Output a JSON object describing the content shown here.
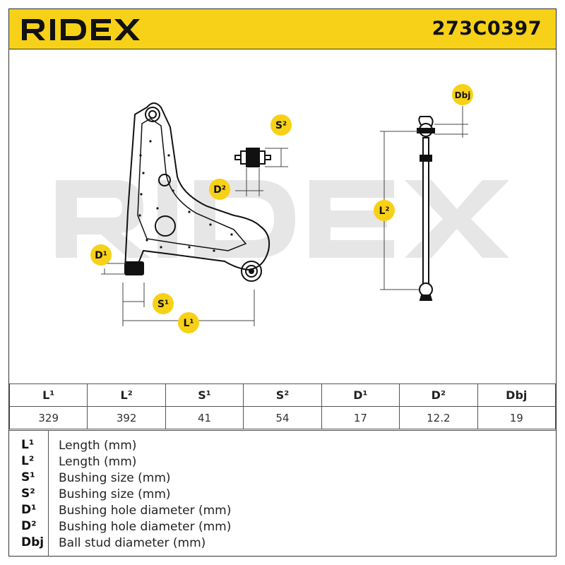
{
  "brand": "RIDEX",
  "part_number": "273C0397",
  "drawing_labels": {
    "d1": "D¹",
    "s1": "S¹",
    "l1": "L¹",
    "s2": "S²",
    "d2": "D²",
    "l2": "L²",
    "dbj": "Dbj"
  },
  "colors": {
    "header": "#f7d117",
    "marker": "#f7d117",
    "watermark": "#e6e6e6"
  },
  "table": {
    "headers": [
      "L¹",
      "L²",
      "S¹",
      "S²",
      "D¹",
      "D²",
      "Dbj"
    ],
    "values": [
      "329",
      "392",
      "41",
      "54",
      "17",
      "12.2",
      "19"
    ]
  },
  "legend": [
    {
      "symbol": "L¹",
      "description": "Length (mm)"
    },
    {
      "symbol": "L²",
      "description": "Length (mm)"
    },
    {
      "symbol": "S¹",
      "description": "Bushing size (mm)"
    },
    {
      "symbol": "S²",
      "description": "Bushing size (mm)"
    },
    {
      "symbol": "D¹",
      "description": "Bushing hole diameter (mm)"
    },
    {
      "symbol": "D²",
      "description": "Bushing hole diameter (mm)"
    },
    {
      "symbol": "Dbj",
      "description": "Ball stud diameter (mm)"
    }
  ]
}
